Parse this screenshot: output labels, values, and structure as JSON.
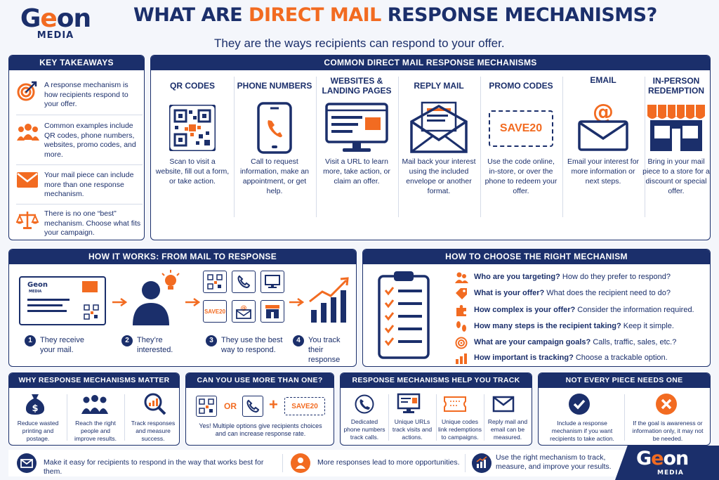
{
  "header": {
    "logo_pre": "G",
    "logo_o": "e",
    "logo_post": "on",
    "logo_sub": "MEDIA",
    "title_part1": "WHAT ARE ",
    "title_highlight": "DIRECT MAIL",
    "title_part2": " RESPONSE MECHANISMS?",
    "subtitle": "They are the ways recipients can respond to your offer."
  },
  "key_takeaways": {
    "heading": "KEY TAKEAWAYS",
    "items": [
      {
        "icon": "target-icon",
        "text": "A response mechanism is how recipients respond to your offer."
      },
      {
        "icon": "people-icon",
        "text": "Common examples include QR codes, phone numbers, websites, promo codes, and more."
      },
      {
        "icon": "envelope-icon",
        "text": "Your mail piece can include more than one response mechanism."
      },
      {
        "icon": "scales-icon",
        "text": "There is no one “best” mechanism. Choose what fits your campaign."
      }
    ]
  },
  "mechanisms": {
    "heading": "COMMON DIRECT MAIL RESPONSE MECHANISMS",
    "items": [
      {
        "title": "QR CODES",
        "desc": "Scan to visit a website, fill out a form, or take action."
      },
      {
        "title": "PHONE NUMBERS",
        "desc": "Call to request information, make an appointment, or get help."
      },
      {
        "title": "WEBSITES & LANDING PAGES",
        "desc": "Visit a URL to learn more, take action, or claim an offer."
      },
      {
        "title": "REPLY MAIL",
        "desc": "Mail back your interest using the included envelope or another format."
      },
      {
        "title": "PROMO CODES",
        "desc": "Use the code online, in-store, or over the phone to redeem your offer.",
        "code": "SAVE20"
      },
      {
        "title": "EMAIL",
        "desc": "Email your interest for more information or next steps."
      },
      {
        "title": "IN-PERSON REDEMPTION",
        "desc": "Bring in your mail piece to a store for a discount or special offer."
      }
    ]
  },
  "how_it_works": {
    "heading": "HOW IT WORKS: FROM MAIL TO RESPONSE",
    "card_logo": "Geon",
    "card_logo_sub": "MEDIA",
    "promo_code": "SAVE20",
    "steps": [
      {
        "num": "1",
        "text": "They receive your mail."
      },
      {
        "num": "2",
        "text": "They’re interested."
      },
      {
        "num": "3",
        "text": "They use the best way to respond."
      },
      {
        "num": "4",
        "text": "You track their response and results."
      }
    ]
  },
  "choose": {
    "heading": "HOW TO CHOOSE THE RIGHT MECHANISM",
    "rows": [
      {
        "q": "Who are you targeting?",
        "a": " How do they prefer to respond?"
      },
      {
        "q": "What is your offer?",
        "a": " What does the recipient need to do?"
      },
      {
        "q": "How complex is your offer?",
        "a": " Consider the information required."
      },
      {
        "q": "How many steps is the recipient taking?",
        "a": " Keep it simple."
      },
      {
        "q": "What are your campaign goals?",
        "a": " Calls, traffic, sales, etc.?"
      },
      {
        "q": "How important is tracking?",
        "a": " Choose a trackable option."
      }
    ]
  },
  "why": {
    "heading": "WHY RESPONSE MECHANISMS MATTER",
    "items": [
      {
        "text": "Reduce wasted printing and postage."
      },
      {
        "text": "Reach the right people and improve results."
      },
      {
        "text": "Track responses and measure success."
      }
    ]
  },
  "more_than_one": {
    "heading": "CAN YOU USE MORE THAN ONE?",
    "or": "OR",
    "plus": "+",
    "code": "SAVE20",
    "text": "Yes! Multiple options give recipients choices and can increase response rate."
  },
  "track": {
    "heading": "RESPONSE MECHANISMS HELP YOU TRACK",
    "items": [
      {
        "text": "Dedicated phone numbers track calls."
      },
      {
        "text": "Unique URLs track visits and actions."
      },
      {
        "text": "Unique codes link redemptions to campaigns."
      },
      {
        "text": "Reply mail and email can be measured."
      }
    ]
  },
  "not_every": {
    "heading": "NOT EVERY PIECE NEEDS ONE",
    "items": [
      {
        "text": "Include a response mechanism if you want recipients to take action."
      },
      {
        "text": "If the goal is awareness or information only, it may not be needed."
      }
    ]
  },
  "footer": {
    "items": [
      {
        "text": "Make it easy for recipients to respond in the way that works best for them."
      },
      {
        "text": "More responses lead to more opportunities."
      },
      {
        "text": "Use the right mechanism to track, measure, and improve your results."
      }
    ],
    "logo_pre": "G",
    "logo_o": "e",
    "logo_post": "on",
    "logo_sub": "MEDIA"
  },
  "colors": {
    "navy": "#1b2f6b",
    "orange": "#f26b21",
    "background": "#f4f6fb"
  }
}
